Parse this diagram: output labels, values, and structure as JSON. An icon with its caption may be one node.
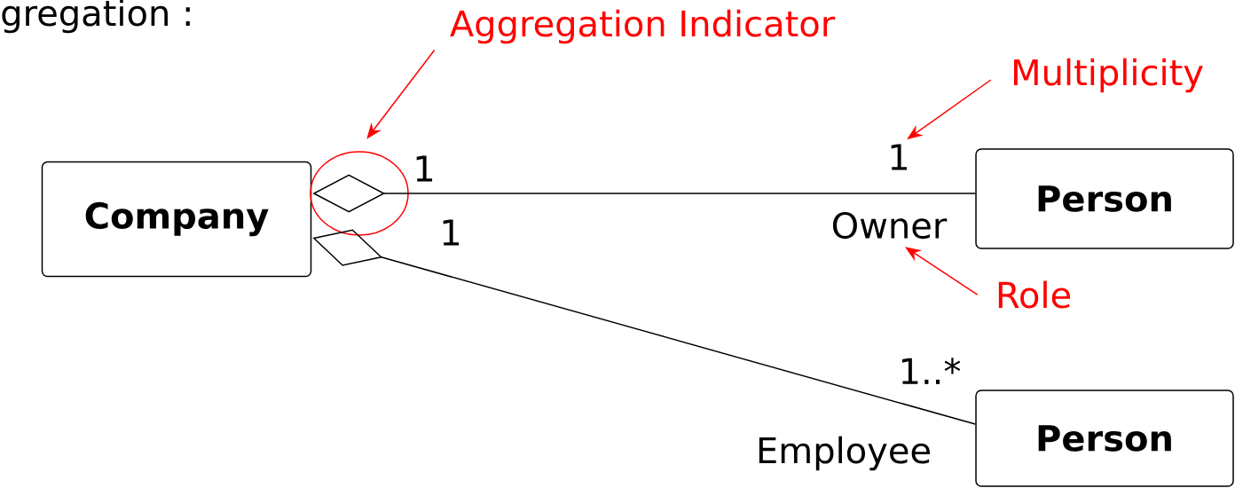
{
  "diagram": {
    "title": "gregation :",
    "nodes": [
      {
        "text": [
          "Company"
        ]
      },
      {
        "text": [
          "Person"
        ]
      },
      {
        "text": [
          "Person"
        ]
      },
      {
        "text": [
          "Aggregation  Indicator"
        ]
      },
      {
        "text": [
          "Multiplicity"
        ]
      },
      {
        "text": [
          "1"
        ]
      },
      {
        "text": [
          "Role"
        ]
      },
      {
        "text": [
          "Owner"
        ]
      }
    ],
    "edges": [
      {
        "from": 0,
        "to": 1,
        "arrow": "other",
        "color": "#000000"
      },
      {
        "from": 0,
        "to": 2,
        "arrow": "other",
        "color": "#000000"
      },
      {
        "from": 3,
        "to": 0,
        "arrow": "to",
        "color": "#ff0000"
      },
      {
        "from": 4,
        "to": 5,
        "arrow": "to",
        "color": "#ff0000"
      },
      {
        "from": 6,
        "to": 7,
        "arrow": "to",
        "color": "#ff0000"
      }
    ],
    "labels": [
      "1",
      "1",
      "1..*",
      "Employee"
    ]
  }
}
